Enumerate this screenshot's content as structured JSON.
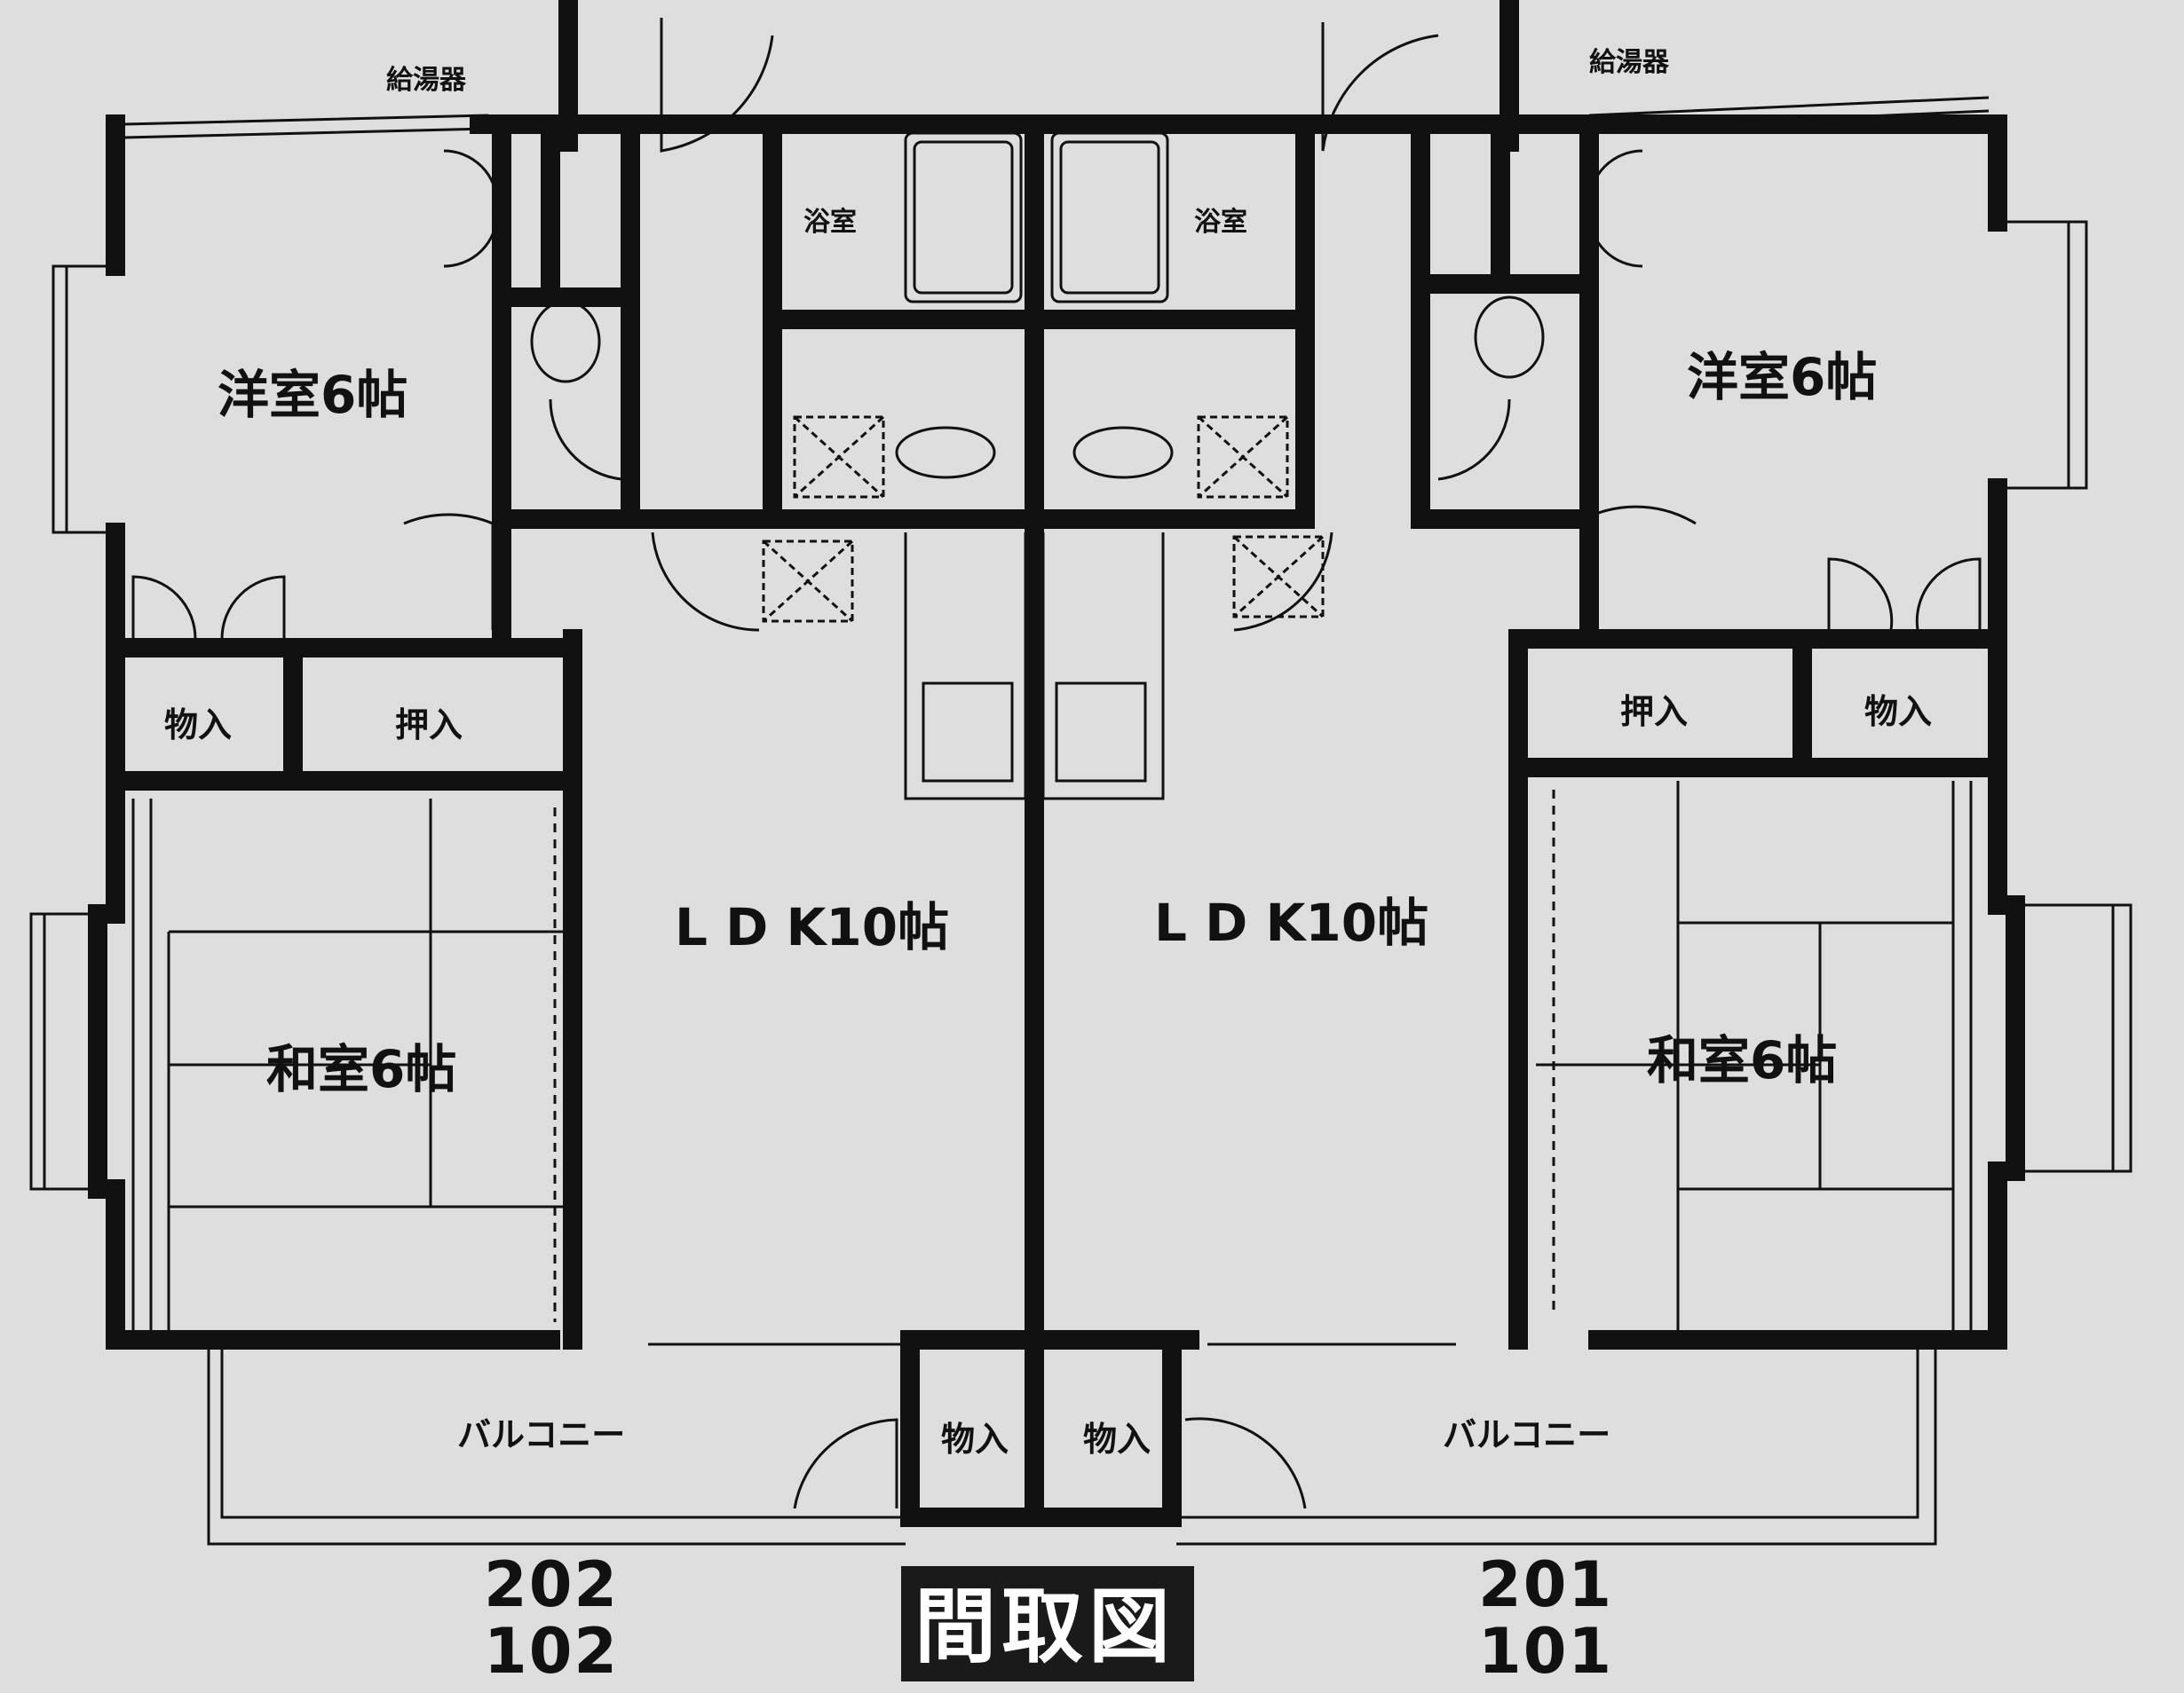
{
  "plan": {
    "title": "間取図",
    "left_unit": {
      "upper": "202",
      "lower": "102"
    },
    "right_unit": {
      "upper": "201",
      "lower": "101"
    }
  },
  "rooms": {
    "western_left": "洋室6帖",
    "western_right": "洋室6帖",
    "japanese_left": "和室6帖",
    "japanese_right": "和室6帖",
    "ldk_left": "L D K10帖",
    "ldk_right": "L D K10帖",
    "bath_left": "浴室",
    "bath_right": "浴室",
    "balcony_left": "バルコニー",
    "balcony_right": "バルコニー",
    "closet_left_a": "物入",
    "closet_left_b": "押入",
    "closet_right_a": "押入",
    "closet_right_b": "物入",
    "storage_left": "物入",
    "storage_right": "物入",
    "heater_left": "給湯器",
    "heater_right": "給湯器"
  },
  "colors": {
    "paper": "#dedede",
    "ink": "#111111",
    "title_bg": "#1a1a1a"
  }
}
